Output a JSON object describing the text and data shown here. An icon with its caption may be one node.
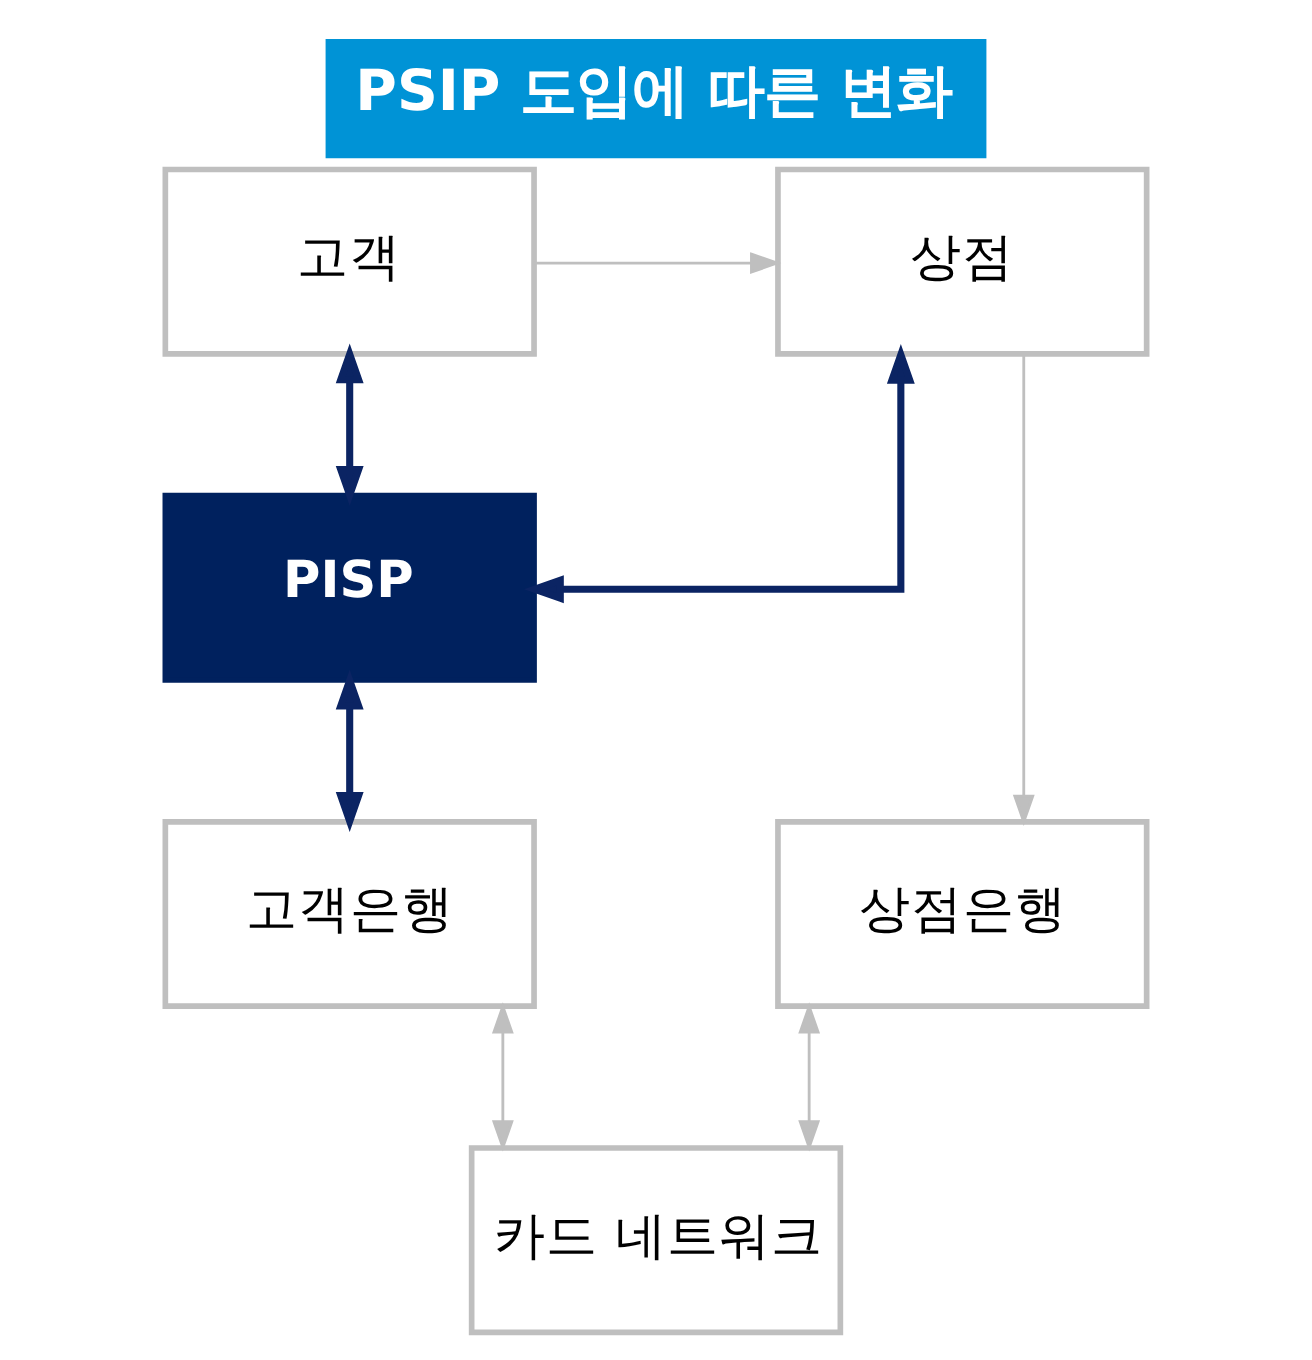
{
  "diagram": {
    "title": "PSIP 도입에 따른 변화",
    "nodes": [
      {
        "text": [
          "고객"
        ]
      },
      {
        "text": [
          "상점"
        ]
      },
      {
        "text": [
          "PISP"
        ]
      },
      {
        "text": [
          "고객은행"
        ]
      },
      {
        "text": [
          "상점은행"
        ]
      },
      {
        "text": [
          "카드 네트워크"
        ]
      }
    ],
    "edges": [
      {
        "from": 0,
        "to": 1,
        "arrow": "to"
      },
      {
        "from": 0,
        "to": 2,
        "arrow": "both",
        "style": "thick",
        "color": "#0b2463"
      },
      {
        "from": 1,
        "to": 2,
        "arrow": "both",
        "style": "thick",
        "color": "#0b2463"
      },
      {
        "from": 1,
        "to": 4,
        "arrow": "to"
      },
      {
        "from": 2,
        "to": 3,
        "arrow": "both",
        "style": "thick",
        "color": "#0b2463"
      },
      {
        "from": 3,
        "to": 5,
        "arrow": "both"
      },
      {
        "from": 4,
        "to": 5,
        "arrow": "both"
      }
    ]
  }
}
